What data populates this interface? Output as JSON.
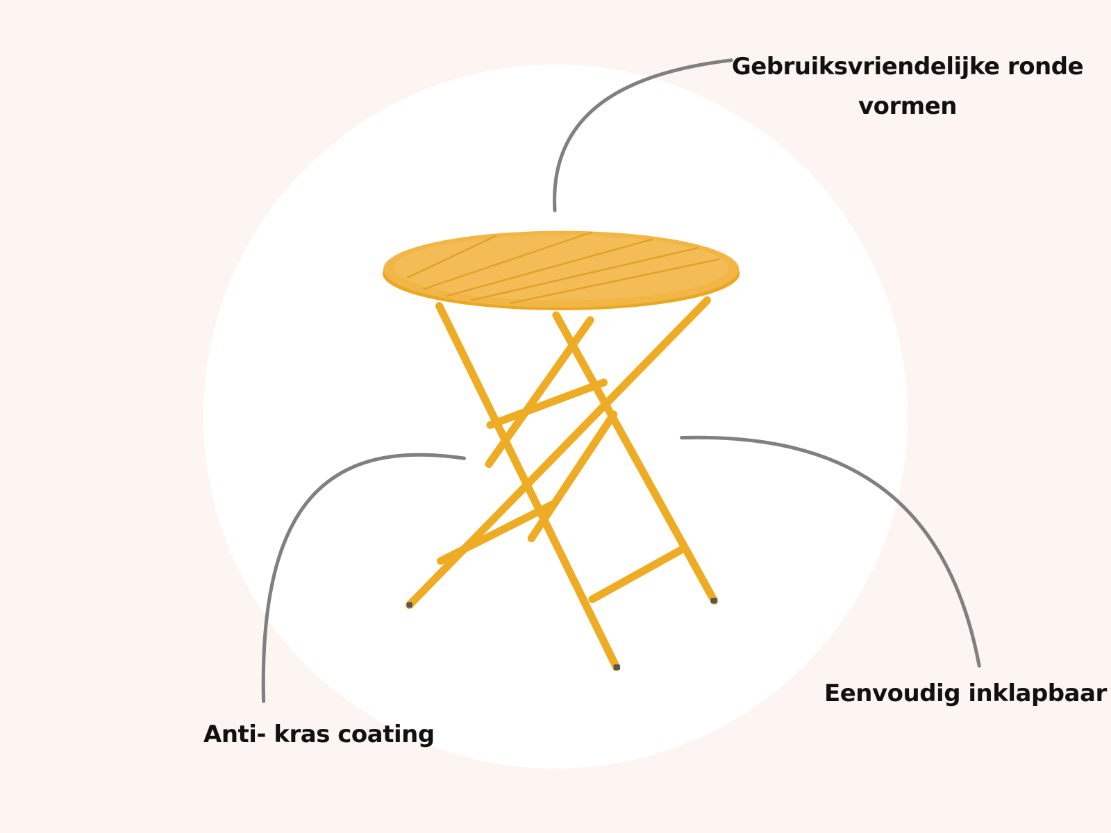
{
  "features": {
    "top_line1": "Gebruiksvriendelijke ronde",
    "top_line2": "vormen",
    "left": "Anti- kras coating",
    "right": "Eenvoudig inklapbaar"
  },
  "colors": {
    "background": "#fdf5f1",
    "circle": "#ffffff",
    "table": "#f2b12a",
    "tabletop": "#f1b84c",
    "callout_line": "#808080",
    "text": "#111111"
  }
}
